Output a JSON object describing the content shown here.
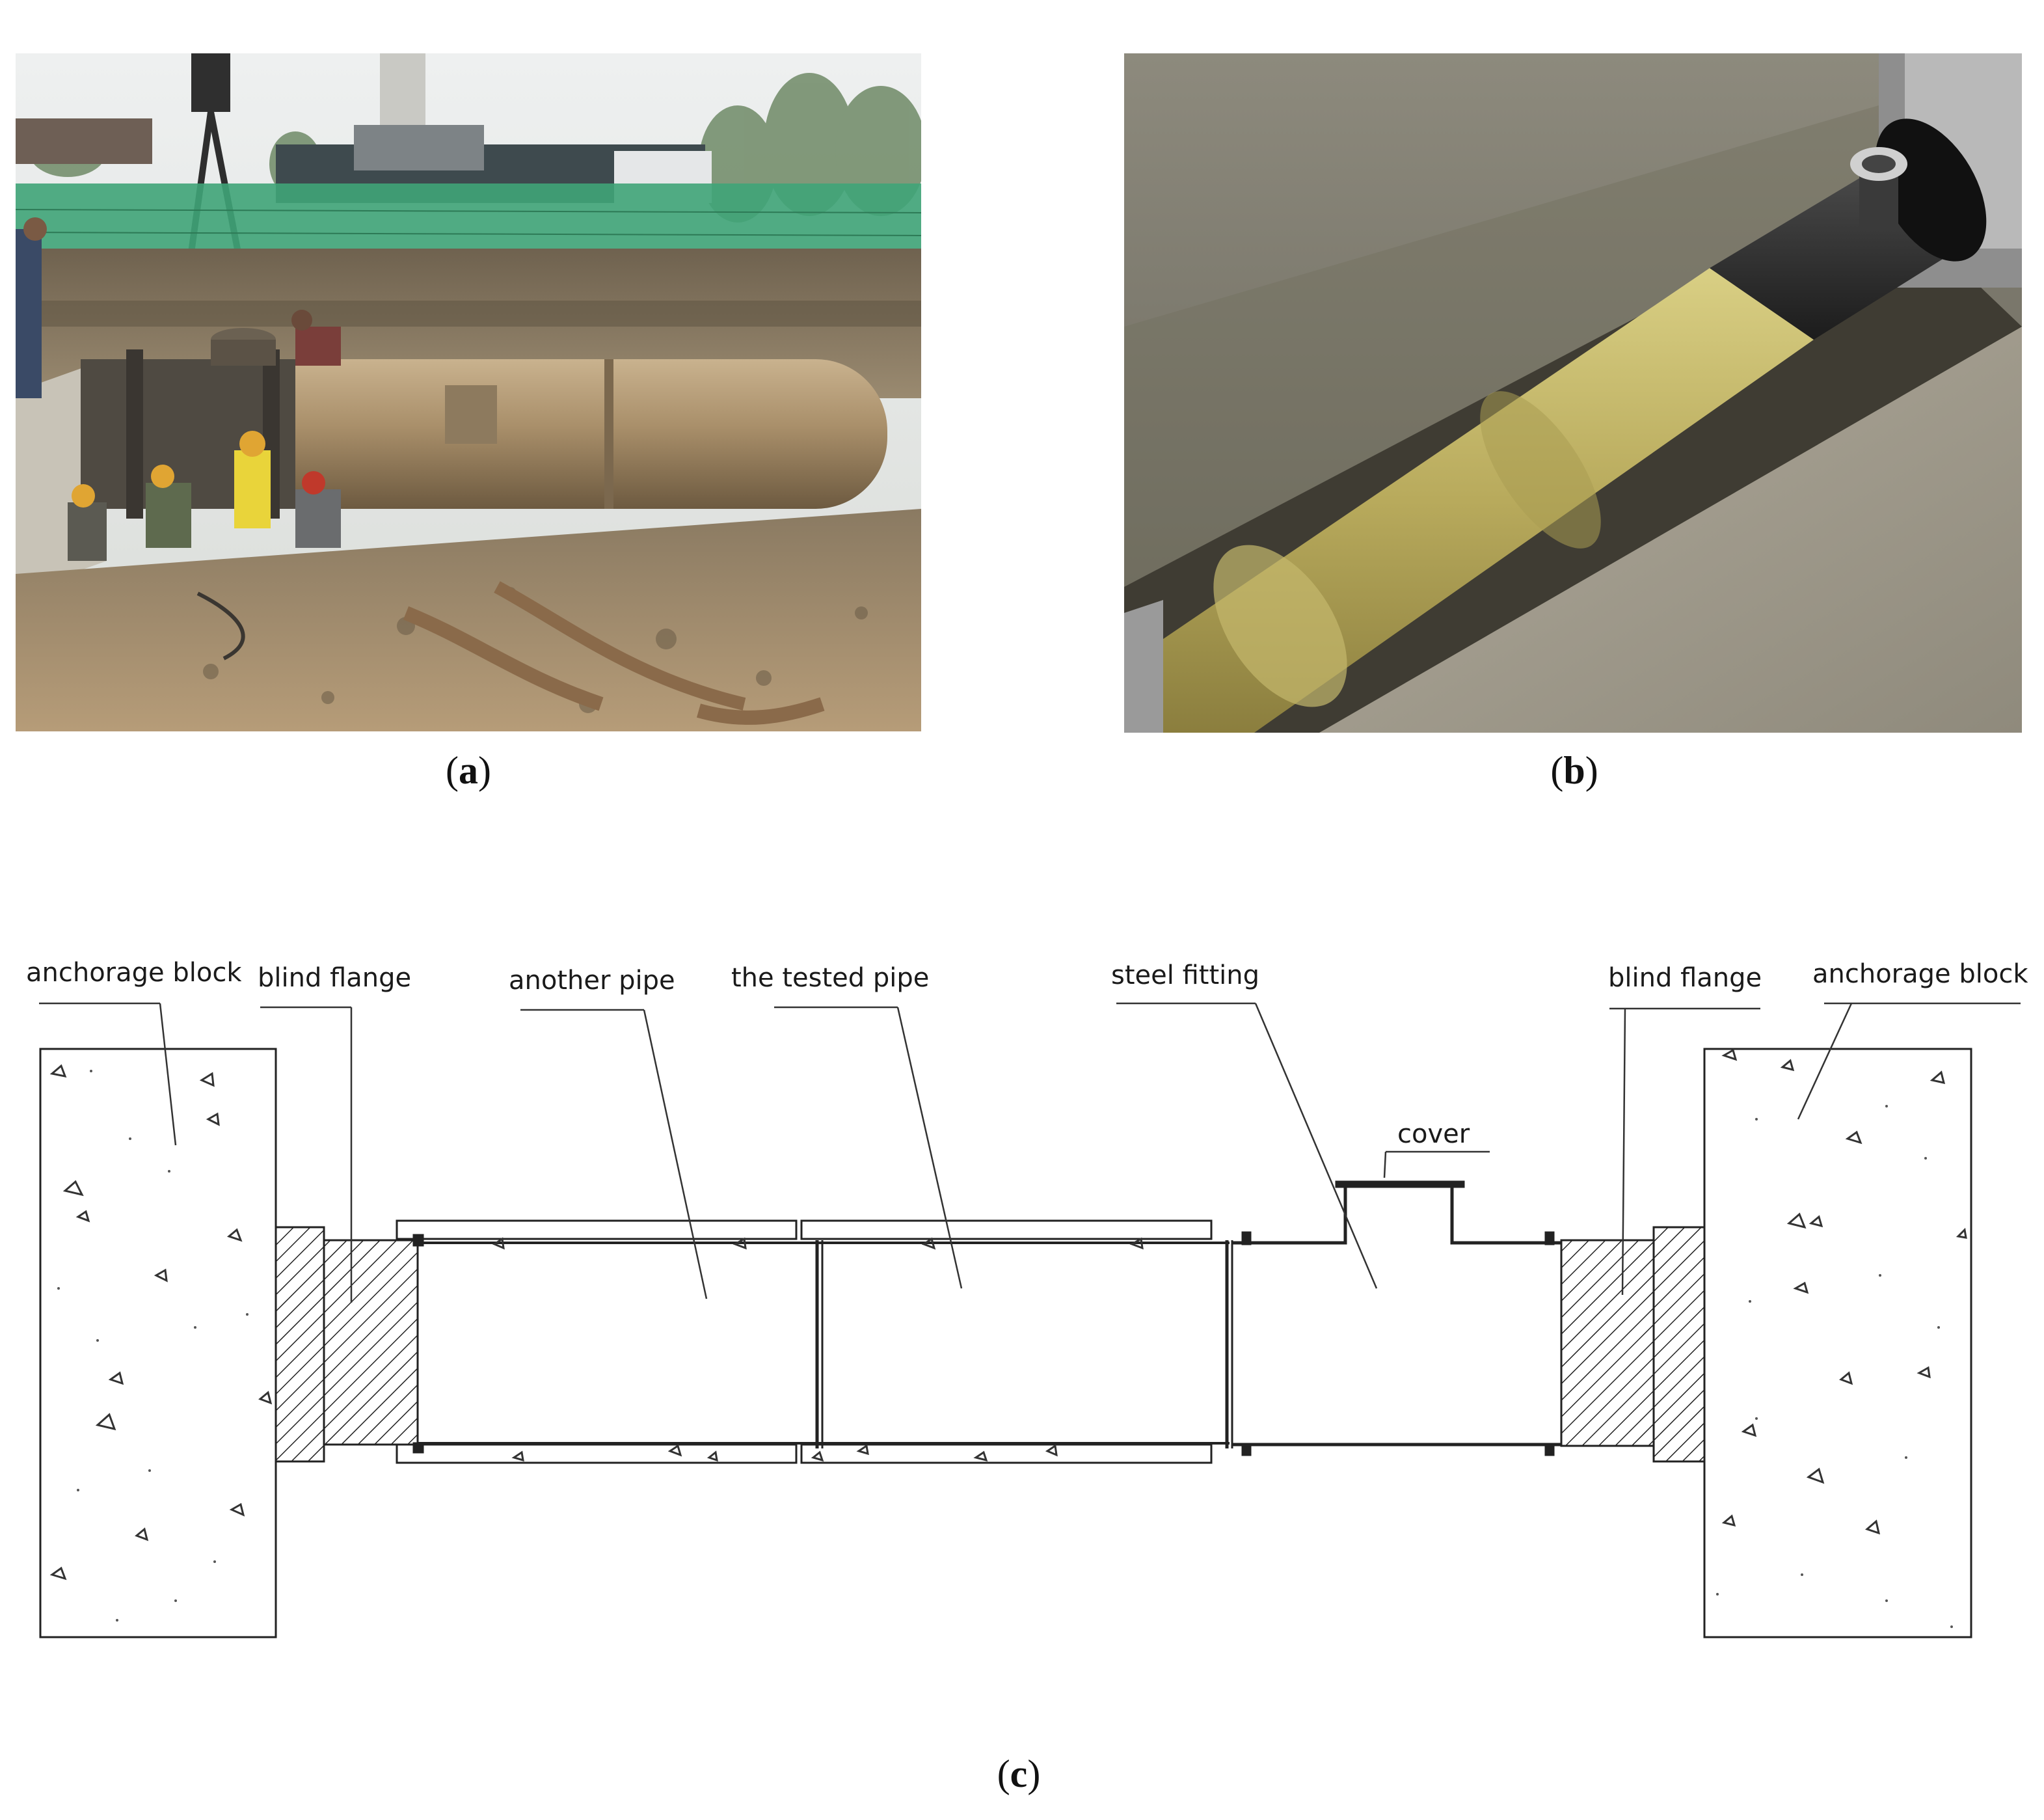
{
  "captions": {
    "a": "a",
    "b": "b",
    "c": "c"
  },
  "diagram": {
    "labels": {
      "anchorage_left": "anchorage block",
      "blind_flange_left": "blind flange",
      "another_pipe": "another pipe",
      "tested_pipe": "the tested pipe",
      "steel_fitting": "steel fitting",
      "cover": "cover",
      "blind_flange_right": "blind flange",
      "anchorage_right": "anchorage block"
    }
  }
}
